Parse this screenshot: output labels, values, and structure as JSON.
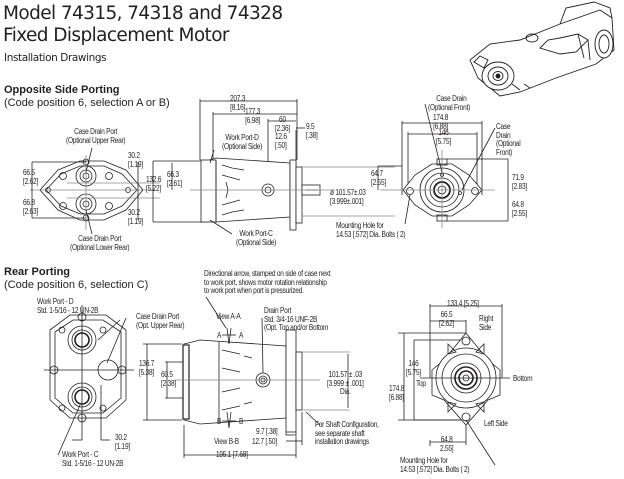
{
  "header": {
    "title_line1": "Model 74315, 74318 and 74328",
    "title_line2": "Fixed Displacement Motor",
    "subtitle": "Installation Drawings"
  },
  "opposite_side": {
    "heading": "Opposite Side Porting",
    "subheading": "(Code position 6, selection A or B)",
    "rear_view": {
      "case_drain_upper": [
        "Case Drain Port",
        "(Optional Upper Rear)"
      ],
      "case_drain_lower": [
        "Case Drain Port",
        "(Optional Lower Rear)"
      ],
      "dim_66_5": [
        "66.5",
        "[2.62]"
      ],
      "dim_66_8": [
        "66.8",
        "[2.63]"
      ],
      "dim_30_2_top": [
        "30.2",
        "[1.19]"
      ],
      "dim_30_2_bot": [
        "30.2",
        "[1.19]"
      ]
    },
    "side_view": {
      "dim_132_6": [
        "132.6",
        "[5.22]"
      ],
      "dim_66_3": [
        "66.3",
        "[2.61]"
      ],
      "dim_207_3": [
        "207.3",
        "[8.16]"
      ],
      "dim_177_3": [
        "177.3",
        "[6.98]"
      ],
      "dim_60": [
        "60",
        "[2.36]"
      ],
      "dim_12_6": [
        "12.6",
        "[.50]"
      ],
      "dim_9_5": [
        "9.5",
        "[.38]"
      ],
      "work_port_d": [
        "Work Port-D",
        "(Optional Side)"
      ],
      "work_port_c": [
        "Work Port-C",
        "(Optional Side)"
      ],
      "pilot_dia": [
        "ø 101.57±.03",
        "[3.999±.001]"
      ],
      "mounting_hole": [
        "Mounting Hole for",
        "14.53 [.572] Dia. Bolts ( 2)"
      ]
    },
    "front_view": {
      "case_drain_front_top": [
        "Case Drain",
        "(Optional Front)"
      ],
      "case_drain_front_right": [
        "Case",
        "Drain",
        "(Optional",
        "Front)"
      ],
      "dim_174_8": [
        "174.8",
        "[6.88]"
      ],
      "dim_146": [
        "146",
        "[5.75]"
      ],
      "dim_64_7": [
        "64.7",
        "[2.55]"
      ],
      "dim_71_9": [
        "71.9",
        "[2.83]"
      ],
      "dim_64_8": [
        "64.8",
        "[2.55]"
      ]
    }
  },
  "rear_porting": {
    "heading": "Rear Porting",
    "subheading": "(Code position 6, selection C)",
    "rear_view": {
      "work_port_d": [
        "Work Port - D",
        "Std. 1-5/16 - 12 UN-2B"
      ],
      "work_port_c": [
        "Work Port - C",
        "Std. 1-5/16 - 12 UN-2B"
      ],
      "case_drain": [
        "Case Drain Port",
        "(Opt. Upper Rear)"
      ],
      "dim_30_2": [
        "30.2",
        "[1.19]"
      ]
    },
    "side_view": {
      "directional_note": [
        "Directional arrow, stamped on side of case next",
        "to work port, shows motor rotation relationship",
        "to work port when port is pressurized."
      ],
      "view_aa": "View A-A",
      "view_bb": "View B-B",
      "marker_a": "A",
      "marker_b": "B",
      "drain_port": [
        "Drain Port",
        "Std. 3/4-16 UNF-2B",
        "(Opt. Top and/or Bottom"
      ],
      "dim_136_7": [
        "136.7",
        "[5.38]"
      ],
      "dim_60_5": [
        "60.5",
        "[2.38]"
      ],
      "pilot_dia": [
        "101.57 ± .03",
        "[3.999 ± .001]",
        "Dia."
      ],
      "shaft_note": [
        "For Shaft Configuration,",
        "see separate shaft",
        "installation drawings"
      ],
      "dim_9_7": "9.7  [.38]",
      "dim_12_7": "12.7 [.50]",
      "dim_195_1": "195.1 [7.68]"
    },
    "front_view": {
      "dim_133_4": "133.4 [5.25]",
      "dim_66_5": [
        "66.5",
        "[2.62]"
      ],
      "right_side": [
        "Right",
        "Side"
      ],
      "left_side": "Left Side",
      "top": "Top",
      "bottom": "Bottom",
      "dim_146": [
        "146",
        "[5.75]"
      ],
      "dim_174_8": [
        "174.8",
        "[6.88]"
      ],
      "dim_64_8": [
        "64.8",
        "2.55]"
      ],
      "mounting_hole": [
        "Mounting Hole for",
        "14.53 [.572] Dia. Bolts ( 2)"
      ]
    }
  }
}
